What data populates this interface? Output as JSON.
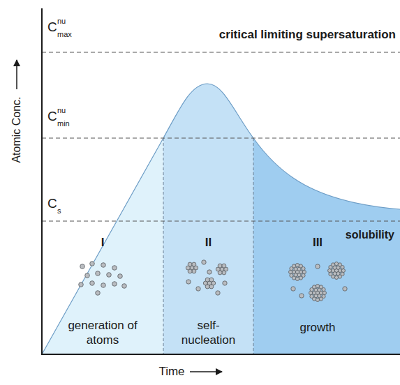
{
  "diagram": {
    "nodes": [
      {
        "text": [
          "I",
          "generation of atoms"
        ]
      },
      {
        "text": [
          "II",
          "self- nucleation"
        ]
      },
      {
        "text": [
          "III",
          "growth"
        ]
      }
    ],
    "labels": [
      "C",
      "nu",
      "max",
      "critical limiting supersaturation",
      "C",
      "nu",
      "min",
      "C",
      "s",
      "solubility",
      "Atomic Conc.",
      "Time"
    ]
  }
}
